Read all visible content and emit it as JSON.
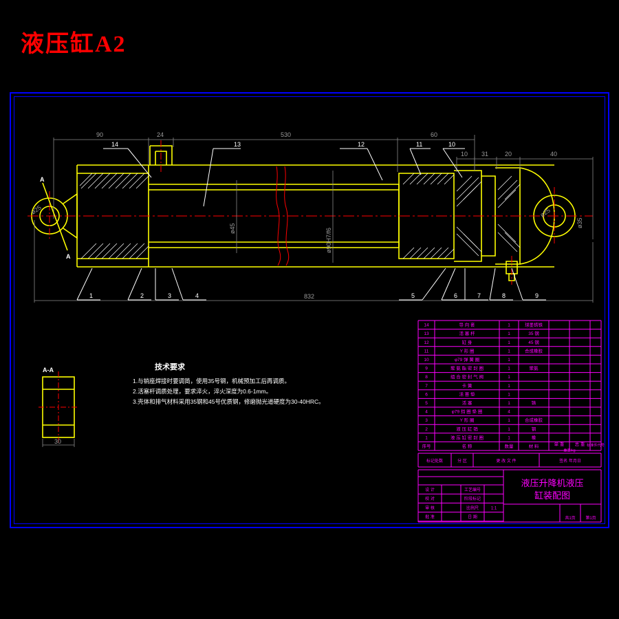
{
  "document": {
    "title": "液压缸A2",
    "title_color": "#ff0000",
    "border_color": "#0000ff",
    "background": "#000000"
  },
  "drawing": {
    "name": "hydraulic-cylinder-assembly",
    "section_label_left": "A",
    "section_label_left2": "A",
    "section_view_title": "A-A",
    "section_view_dim": "30",
    "overall_dim": "832",
    "top_dims": [
      "90",
      "24",
      "530",
      "60"
    ],
    "right_dims": [
      "10",
      "31",
      "20",
      "40"
    ],
    "diameter_labels": [
      "ø45",
      "ø90H7/f6",
      "ø25",
      "ø35"
    ],
    "balloons_top": [
      "14",
      "13",
      "13",
      "12",
      "11",
      "10"
    ],
    "balloons_bottom": [
      "1",
      "2",
      "3",
      "4",
      "5",
      "6",
      "7",
      "8",
      "9"
    ],
    "colors": {
      "body": "#ffff00",
      "centerline": "#ff0000",
      "leader": "#ffffff",
      "dimension": "#8a8a8a"
    }
  },
  "tech_notes": {
    "heading": "技术要求",
    "items": [
      "1.与销座焊接时要调简，使用35号钢，机械预加工后再调质。",
      "2.活塞杆调质处理，要求淬火，淬火深度为0.6-1mm。",
      "3.壳体和排气材料采用35钢和45号优质钢，修磨抛光道硬度为30-40HRC。"
    ]
  },
  "bom": {
    "headers": [
      "序号",
      "名  称",
      "数量",
      "材  料",
      "单 重",
      "总 重",
      "标准件代号",
      "备 注"
    ],
    "header_note": "重量/kg",
    "rows": [
      {
        "no": "14",
        "name": "导 向 套",
        "qty": "1",
        "material": "球墨铸铁",
        "unit": "",
        "total": "",
        "code": "",
        "remark": ""
      },
      {
        "no": "13",
        "name": "活 塞 杆",
        "qty": "1",
        "material": "35 钢",
        "unit": "",
        "total": "",
        "code": "",
        "remark": ""
      },
      {
        "no": "12",
        "name": "缸  身",
        "qty": "1",
        "material": "45 钢",
        "unit": "",
        "total": "",
        "code": "",
        "remark": ""
      },
      {
        "no": "11",
        "name": "Y 形 圈",
        "qty": "1",
        "material": "合成橡胶",
        "unit": "",
        "total": "",
        "code": "",
        "remark": ""
      },
      {
        "no": "10",
        "name": "φ79 弹 簧 圈",
        "qty": "1",
        "material": "",
        "unit": "",
        "total": "",
        "code": "",
        "remark": ""
      },
      {
        "no": "9",
        "name": "聚 氨 酯 密 封 圈",
        "qty": "1",
        "material": "聚氨",
        "unit": "",
        "total": "",
        "code": "",
        "remark": ""
      },
      {
        "no": "8",
        "name": "组 合 密 封 气 阀",
        "qty": "1",
        "material": "",
        "unit": "",
        "total": "",
        "code": "",
        "remark": ""
      },
      {
        "no": "7",
        "name": "卡   簧",
        "qty": "1",
        "material": "",
        "unit": "",
        "total": "",
        "code": "",
        "remark": ""
      },
      {
        "no": "6",
        "name": "活 塞 垫",
        "qty": "1",
        "material": "",
        "unit": "",
        "total": "",
        "code": "",
        "remark": ""
      },
      {
        "no": "5",
        "name": "活  塞",
        "qty": "1",
        "material": "铸",
        "unit": "",
        "total": "",
        "code": "",
        "remark": ""
      },
      {
        "no": "4",
        "name": "φ79 挡 圈 垫 圈",
        "qty": "4",
        "material": "",
        "unit": "",
        "total": "",
        "code": "",
        "remark": ""
      },
      {
        "no": "3",
        "name": "Y 形 圈",
        "qty": "1",
        "material": "合成橡胶",
        "unit": "",
        "total": "",
        "code": "",
        "remark": ""
      },
      {
        "no": "2",
        "name": "液 压 缸 销",
        "qty": "1",
        "material": "钢",
        "unit": "",
        "total": "",
        "code": "",
        "remark": ""
      },
      {
        "no": "1",
        "name": "液 压 缸 密 封 圈",
        "qty": "1",
        "material": "橡",
        "unit": "",
        "total": "",
        "code": "",
        "remark": ""
      }
    ]
  },
  "title_block": {
    "rev_label": "标记处数",
    "rev_label2": "分 区",
    "rev_change": "更 改 文 件",
    "rev_sign": "签名   年月日",
    "main_title_line1": "液压升降机液压",
    "main_title_line2": "缸装配图",
    "fields": [
      {
        "label": "设 计",
        "value": "",
        "label2": "工艺编号",
        "value2": ""
      },
      {
        "label": "校 对",
        "value": "",
        "label2": "阶段标记",
        "value2": ""
      },
      {
        "label": "审 核",
        "value": "",
        "label2": "比例尺",
        "value2": "1:1"
      },
      {
        "label": "批 准",
        "value": "",
        "label2": "日  期",
        "value2": ""
      }
    ],
    "page_left": "共1页",
    "page_right": "第1页"
  }
}
